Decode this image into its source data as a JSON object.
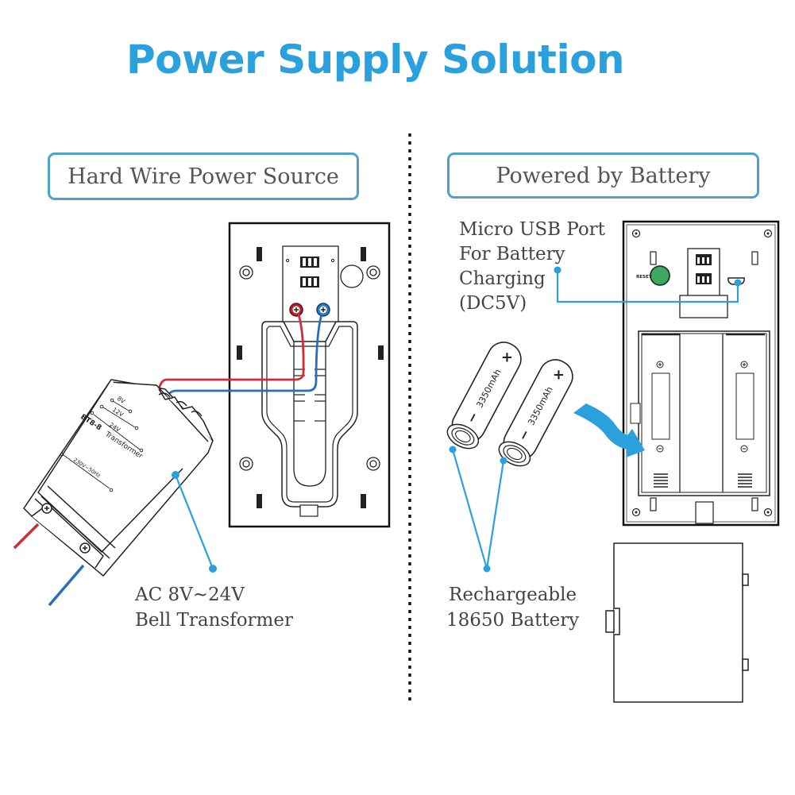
{
  "title": "Power Supply Solution",
  "left_panel": {
    "heading": "Hard Wire Power Source",
    "transformer": {
      "model": "BT8-8",
      "name": "Transformer",
      "taps": [
        "8V",
        "12V",
        "24V"
      ],
      "input": "230V~50Hz"
    },
    "callout": [
      "AC 8V~24V",
      "Bell Transformer"
    ]
  },
  "right_panel": {
    "heading": "Powered by Battery",
    "usb_callout": [
      "Micro USB Port",
      "For Battery",
      "Charging",
      "(DC5V)"
    ],
    "reset_label": "RESET",
    "battery_capacity": "3350mAh",
    "battery_plus": "+",
    "battery_minus": "−",
    "battery_callout": [
      "Rechargeable",
      "18650 Battery"
    ]
  },
  "colors": {
    "accent": "#2aa0dc",
    "box_border": "#4ba3c8",
    "wire_red": "#d42a35",
    "wire_blue": "#2a6fb5",
    "reset_green": "#3ea861",
    "text": "#444444"
  }
}
